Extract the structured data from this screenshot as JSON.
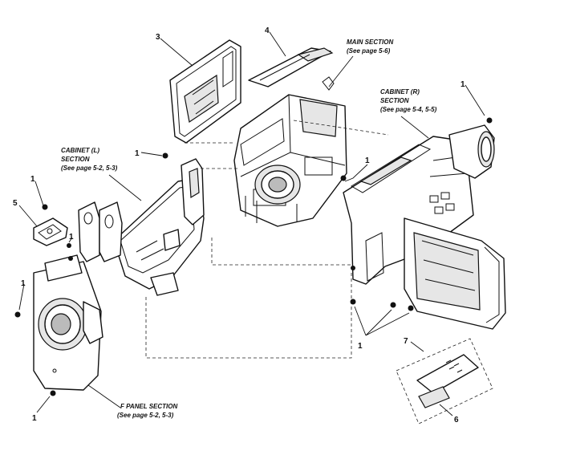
{
  "labels": {
    "main_section": "MAIN SECTION",
    "main_section_ref": "(See page 5-6)",
    "cabinet_r": "CABINET (R)",
    "cabinet_r_2": "SECTION",
    "cabinet_r_ref": "(See page 5-4, 5-5)",
    "cabinet_l": "CABINET (L)",
    "cabinet_l_2": "SECTION",
    "cabinet_l_ref": "(See page 5-2, 5-3)",
    "f_panel": "F PANEL SECTION",
    "f_panel_ref": "(See page 5-2, 5-3)"
  },
  "callouts": {
    "c1": "1",
    "c3": "3",
    "c4": "4",
    "c5": "5",
    "c6": "6",
    "c7": "7"
  },
  "colors": {
    "line": "#111111",
    "background": "#ffffff"
  }
}
